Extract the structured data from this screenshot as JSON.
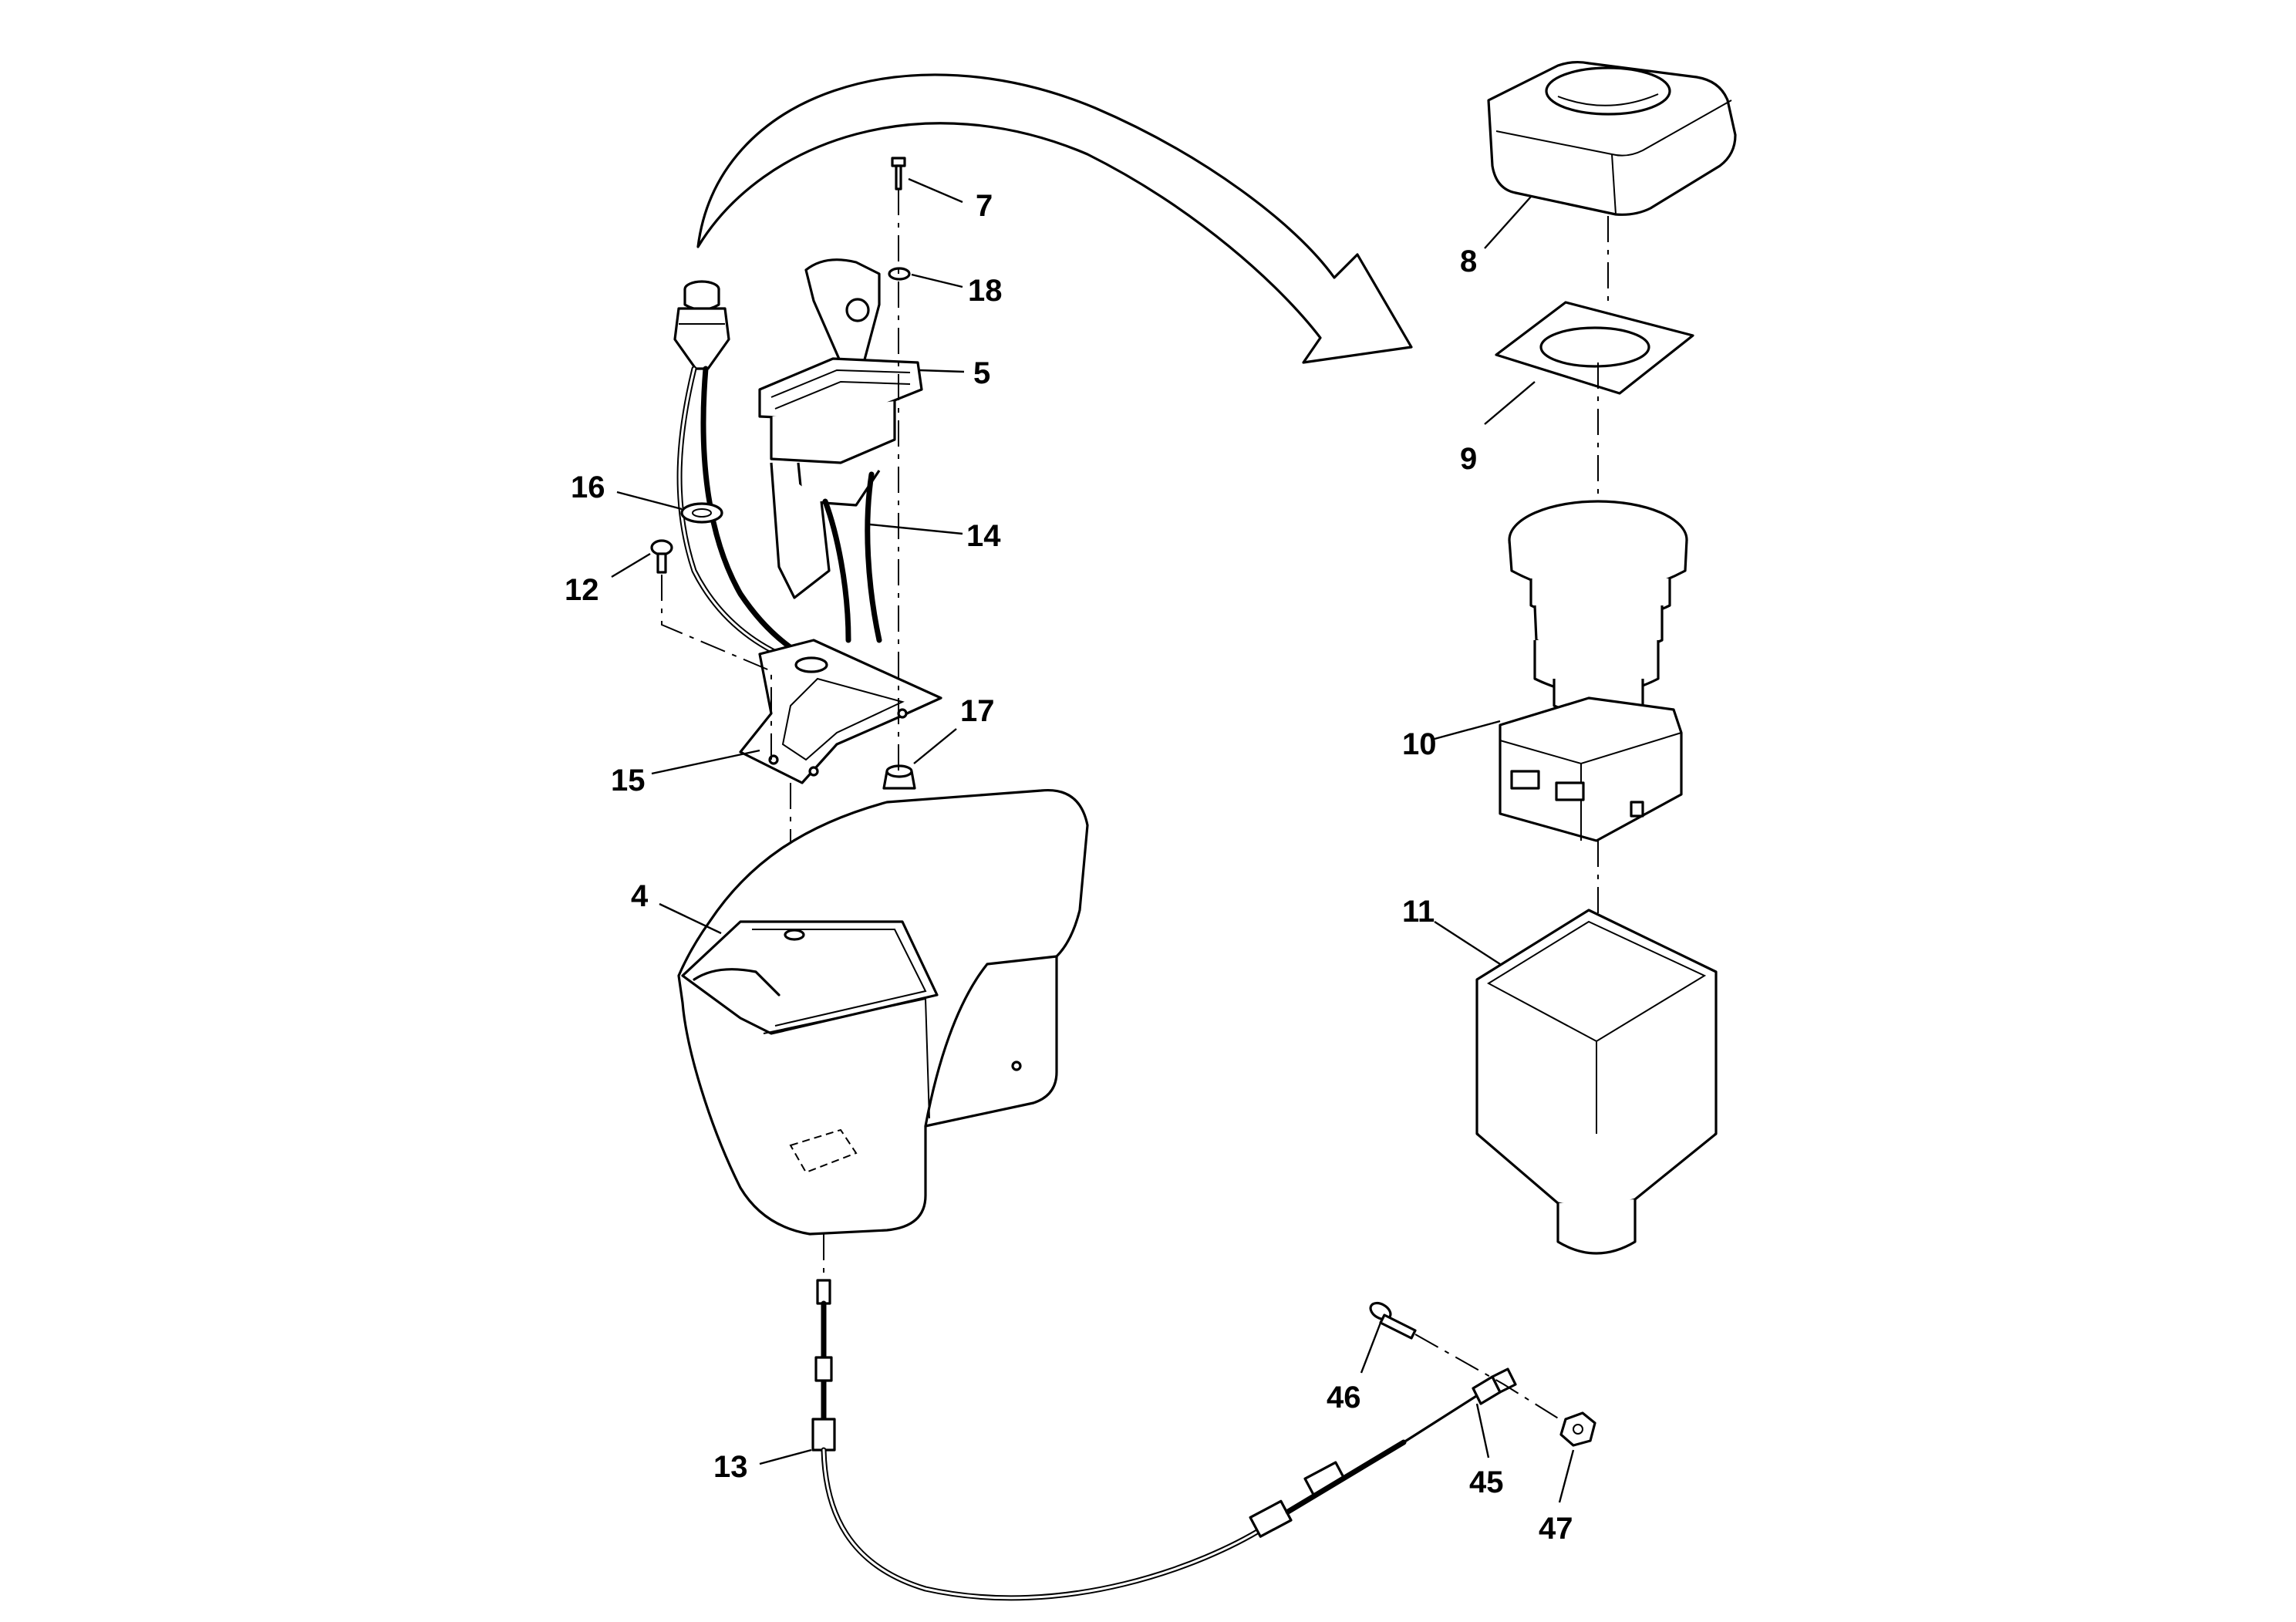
{
  "callouts": {
    "c7": "7",
    "c18": "18",
    "c5": "5",
    "c14": "14",
    "c16": "16",
    "c12": "12",
    "c17": "17",
    "c15": "15",
    "c4": "4",
    "c8": "8",
    "c9": "9",
    "c10": "10",
    "c11": "11",
    "c13": "13",
    "c46": "46",
    "c45": "45",
    "c47": "47"
  }
}
